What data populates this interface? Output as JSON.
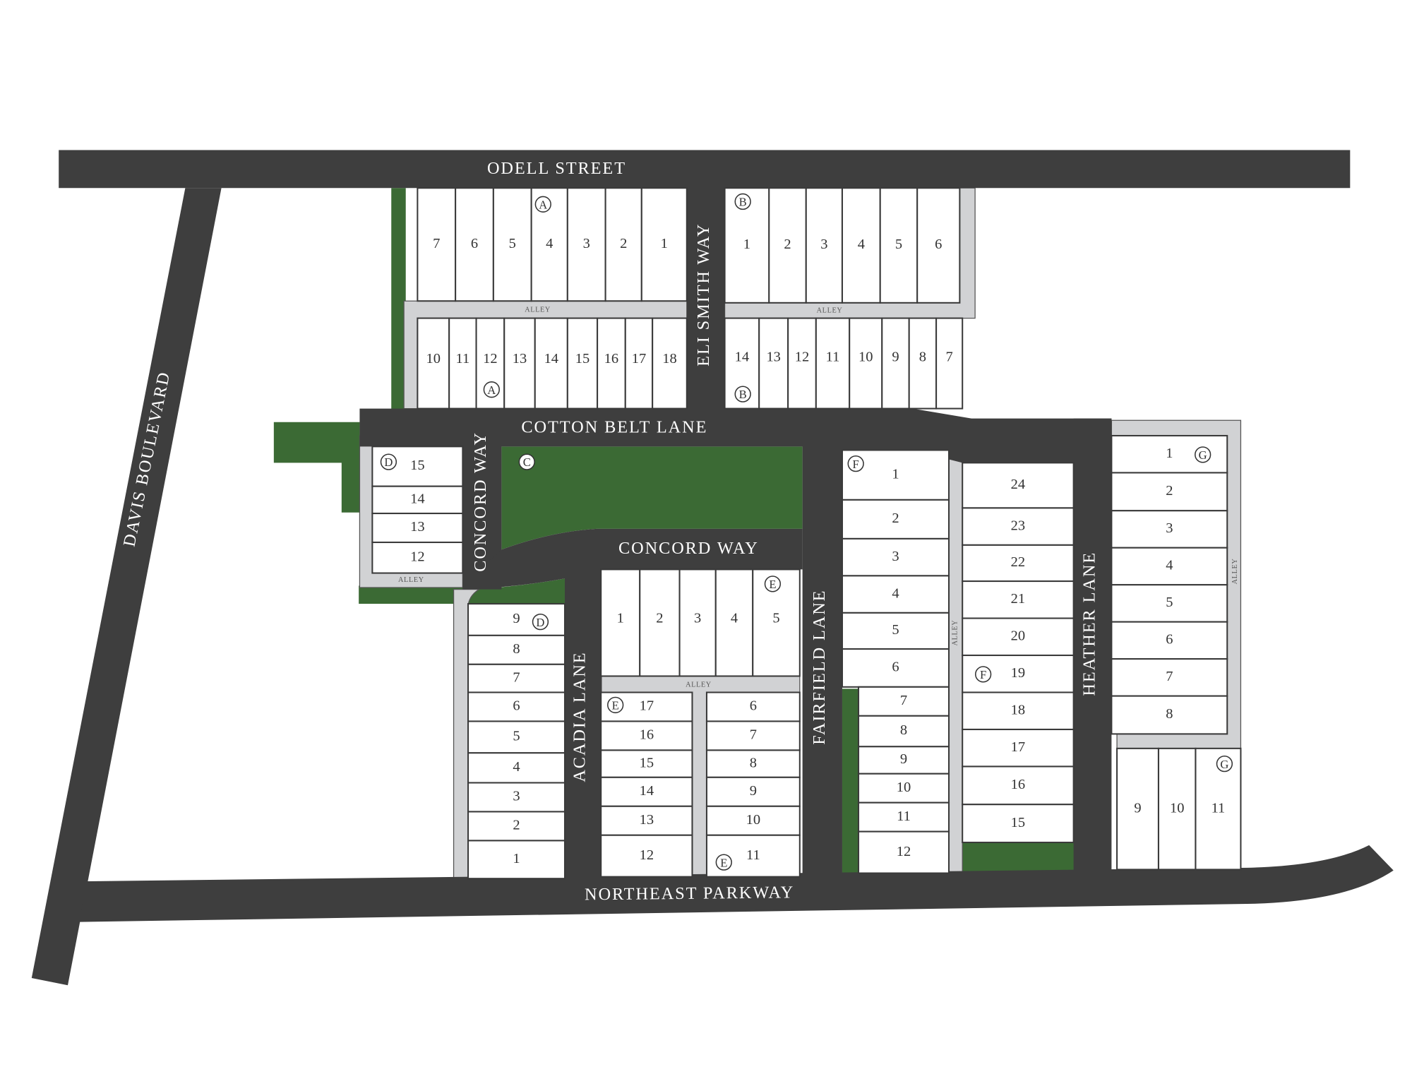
{
  "colors": {
    "road": "#3e3e3e",
    "open_space": "#3b6a34",
    "alley": "#d1d2d4",
    "lot": "#ffffff"
  },
  "streets": {
    "odell": "ODELL STREET",
    "eli_smith": "ELI SMITH WAY",
    "cotton_belt": "COTTON BELT LANE",
    "concord_vertical": "CONCORD WAY",
    "concord_horizontal": "CONCORD WAY",
    "davis": "DAVIS BOULEVARD",
    "acadia": "ACADIA LANE",
    "fairfield": "FAIRFIELD LANE",
    "heather": "HEATHER LANE",
    "northeast": "NORTHEAST PARKWAY"
  },
  "alley_label": "ALLEY",
  "blocks": [
    {
      "id": "A-north",
      "lots": [
        "7",
        "6",
        "5",
        "4",
        "3",
        "2",
        "1"
      ]
    },
    {
      "id": "B-north",
      "lots": [
        "1",
        "2",
        "3",
        "4",
        "5",
        "6"
      ]
    },
    {
      "id": "A-south",
      "lots": [
        "10",
        "11",
        "12",
        "13",
        "14",
        "15",
        "16",
        "17",
        "18"
      ]
    },
    {
      "id": "B-south",
      "lots": [
        "14",
        "13",
        "12",
        "11",
        "10",
        "9",
        "8",
        "7"
      ]
    },
    {
      "id": "D-north",
      "lots": [
        "15",
        "14",
        "13",
        "12"
      ]
    },
    {
      "id": "D-south",
      "lots": [
        "9",
        "8",
        "7",
        "6",
        "5",
        "4",
        "3",
        "2",
        "1"
      ]
    },
    {
      "id": "E-north",
      "lots": [
        "1",
        "2",
        "3",
        "4",
        "5"
      ]
    },
    {
      "id": "E-southwest",
      "lots": [
        "17",
        "16",
        "15",
        "14",
        "13",
        "12"
      ]
    },
    {
      "id": "E-southeast",
      "lots": [
        "6",
        "7",
        "8",
        "9",
        "10",
        "11"
      ]
    },
    {
      "id": "F-west-upper",
      "lots": [
        "1",
        "2",
        "3",
        "4",
        "5",
        "6"
      ]
    },
    {
      "id": "F-west-lower",
      "lots": [
        "7",
        "8",
        "9",
        "10",
        "11",
        "12"
      ]
    },
    {
      "id": "F-east",
      "lots": [
        "24",
        "23",
        "22",
        "21",
        "20",
        "19",
        "18",
        "17",
        "16",
        "15"
      ]
    },
    {
      "id": "G-west",
      "lots": [
        "1",
        "2",
        "3",
        "4",
        "5",
        "6",
        "7",
        "8"
      ]
    },
    {
      "id": "G-south",
      "lots": [
        "9",
        "10",
        "11"
      ]
    }
  ],
  "markers": [
    "A",
    "A",
    "B",
    "B",
    "C",
    "D",
    "D",
    "E",
    "E",
    "E",
    "F",
    "F",
    "G",
    "G"
  ]
}
